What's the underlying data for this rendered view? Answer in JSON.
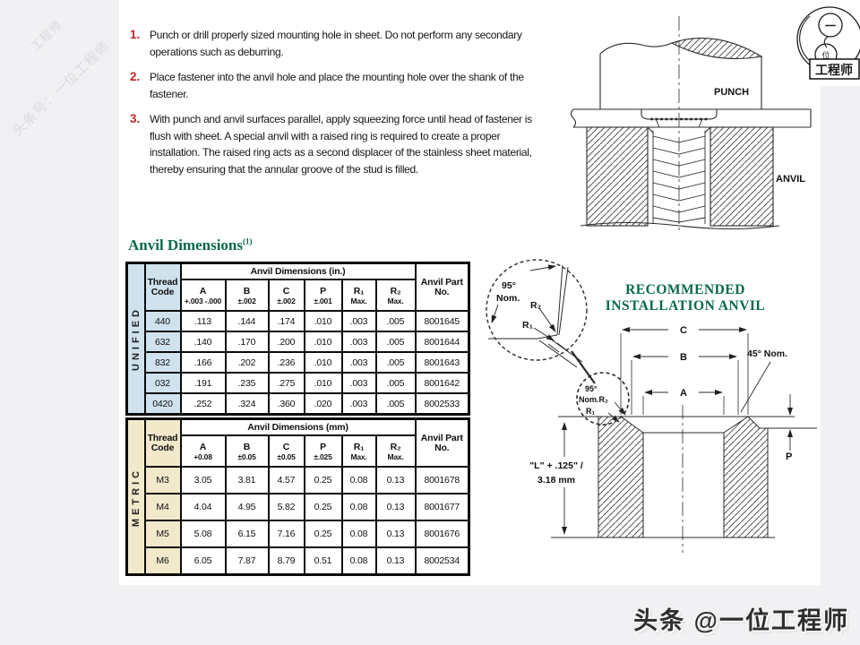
{
  "watermarks": {
    "diagonal": "头条号：一位工程师",
    "diagonal_fragment": "工程师",
    "footer_credit": "头条 @一位工程师"
  },
  "logo": {
    "inner_top": "一",
    "inner_bottom": "位",
    "box_label": "工程师"
  },
  "instructions": {
    "items": [
      {
        "num": "1.",
        "text": "Punch or drill properly sized mounting hole in sheet. Do not perform any secondary operations such as deburring."
      },
      {
        "num": "2.",
        "text": "Place fastener into the anvil hole and place the mounting hole over the shank of the fastener."
      },
      {
        "num": "3.",
        "text": "With punch and anvil surfaces parallel, apply squeezing force until head of fastener is flush with sheet. A special anvil with a raised ring is required to create a proper installation. The raised ring acts as a second displacer of the stainless sheet material, thereby ensuring that the annular groove of the stud is filled."
      }
    ]
  },
  "punch_anvil_figure": {
    "punch_label": "PUNCH",
    "anvil_label": "ANVIL"
  },
  "anvil_dimensions_title": {
    "text": "Anvil Dimensions",
    "superscript": "(1)"
  },
  "unified_table": {
    "section_label": "UNIFIED",
    "thread_code_header": "Thread Code",
    "span_header": "Anvil Dimensions (in.)",
    "part_header": "Anvil Part No.",
    "columns": [
      {
        "name": "A",
        "tol": "+.003 -.000"
      },
      {
        "name": "B",
        "tol": "±.002"
      },
      {
        "name": "C",
        "tol": "±.002"
      },
      {
        "name": "P",
        "tol": "±.001"
      },
      {
        "name": "R₁",
        "tol": "Max."
      },
      {
        "name": "R₂",
        "tol": "Max."
      }
    ],
    "rows": [
      {
        "code": "440",
        "v": [
          ".113",
          ".144",
          ".174",
          ".010",
          ".003",
          ".005"
        ],
        "part": "8001645"
      },
      {
        "code": "632",
        "v": [
          ".140",
          ".170",
          ".200",
          ".010",
          ".003",
          ".005"
        ],
        "part": "8001644"
      },
      {
        "code": "832",
        "v": [
          ".166",
          ".202",
          ".236",
          ".010",
          ".003",
          ".005"
        ],
        "part": "8001643"
      },
      {
        "code": "032",
        "v": [
          ".191",
          ".235",
          ".275",
          ".010",
          ".003",
          ".005"
        ],
        "part": "8001642"
      },
      {
        "code": "0420",
        "v": [
          ".252",
          ".324",
          ".360",
          ".020",
          ".003",
          ".005"
        ],
        "part": "8002533"
      }
    ]
  },
  "metric_table": {
    "section_label": "METRIC",
    "thread_code_header": "Thread Code",
    "span_header": "Anvil Dimensions (mm)",
    "part_header": "Anvil Part No.",
    "columns": [
      {
        "name": "A",
        "tol": "+0.08"
      },
      {
        "name": "B",
        "tol": "±0.05"
      },
      {
        "name": "C",
        "tol": "±0.05"
      },
      {
        "name": "P",
        "tol": "±.025"
      },
      {
        "name": "R₁",
        "tol": "Max."
      },
      {
        "name": "R₂",
        "tol": "Max."
      }
    ],
    "rows": [
      {
        "code": "M3",
        "v": [
          "3.05",
          "3.81",
          "4.57",
          "0.25",
          "0.08",
          "0.13"
        ],
        "part": "8001678"
      },
      {
        "code": "M4",
        "v": [
          "4.04",
          "4.95",
          "5.82",
          "0.25",
          "0.08",
          "0.13"
        ],
        "part": "8001677"
      },
      {
        "code": "M5",
        "v": [
          "5.08",
          "6.15",
          "7.16",
          "0.25",
          "0.08",
          "0.13"
        ],
        "part": "8001676"
      },
      {
        "code": "M6",
        "v": [
          "6.05",
          "7.87",
          "8.79",
          "0.51",
          "0.08",
          "0.13"
        ],
        "part": "8002534"
      }
    ]
  },
  "installation_figure": {
    "title_line1": "RECOMMENDED",
    "title_line2": "INSTALLATION ANVIL",
    "detail": {
      "angle": "95°",
      "nom": "Nom.",
      "r2": "R₂",
      "r1": "R₁"
    },
    "callout": {
      "angle": "95°",
      "nom_r2": "Nom.R₂",
      "r1": "R₁"
    },
    "dim_c": "C",
    "dim_b": "B",
    "dim_a": "A",
    "dim_p": "P",
    "chamfer_note": "45° Nom.",
    "height_note_line1": "\"L\" + .125\" /",
    "height_note_line2": "3.18 mm"
  }
}
